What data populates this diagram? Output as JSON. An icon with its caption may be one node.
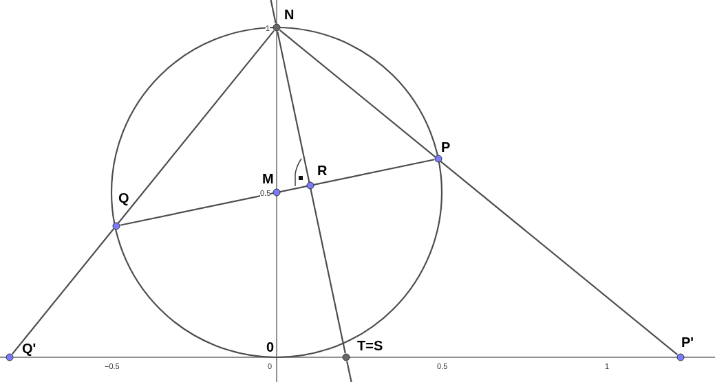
{
  "diagram": {
    "nodes": [
      {
        "text": [
          "N"
        ]
      },
      {
        "text": [
          "P"
        ]
      },
      {
        "text": [
          "M"
        ]
      },
      {
        "text": [
          "R"
        ]
      },
      {
        "text": [
          "Q"
        ]
      },
      {
        "text": [
          "Q'"
        ]
      },
      {
        "text": [
          "T=S"
        ]
      },
      {
        "text": [
          "P'"
        ]
      }
    ],
    "edges": [
      {
        "from": 0,
        "to": 5,
        "arrow": "none"
      },
      {
        "from": 0,
        "to": 7,
        "arrow": "none"
      },
      {
        "from": 4,
        "to": 1,
        "arrow": "none"
      },
      {
        "from": 0,
        "to": 6,
        "arrow": "none"
      }
    ],
    "labels": [
      "1",
      "0.5",
      "0",
      "−0.5",
      "0",
      "0.5",
      "1"
    ]
  }
}
